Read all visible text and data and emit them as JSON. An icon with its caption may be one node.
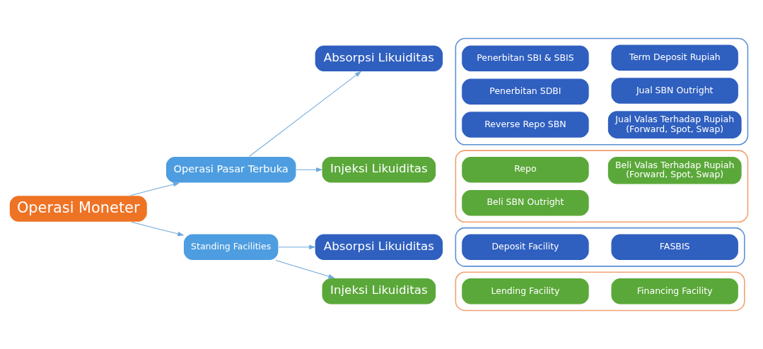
{
  "diagram": {
    "nodes": [
      {
        "text": [
          "Operasi Moneter"
        ]
      },
      {
        "text": [
          "Operasi Pasar Terbuka"
        ]
      },
      {
        "text": [
          "Absorpsi Likuiditas"
        ]
      },
      {
        "text": [],
        "shape": "box"
      },
      {
        "text": [
          "Penerbitan SBI & SBIS"
        ],
        "in": 3
      },
      {
        "text": [
          "Term Deposit Rupiah"
        ],
        "in": 3
      },
      {
        "text": [
          "Penerbitan SDBI"
        ],
        "in": 3
      },
      {
        "text": [
          "Jual SBN Outright"
        ],
        "in": 3
      },
      {
        "text": [
          "Reverse Repo SBN"
        ],
        "in": 3
      },
      {
        "text": [
          "Jual Valas Terhadap Rupiah (Forward, Spot, Swap)"
        ],
        "in": 3
      },
      {
        "text": [
          "Injeksi Likuiditas"
        ]
      },
      {
        "text": [],
        "shape": "box"
      },
      {
        "text": [
          "Repo"
        ],
        "in": 11
      },
      {
        "text": [
          "Beli Valas Terhadap Rupiah (Forward, Spot, Swap)"
        ],
        "in": 11
      },
      {
        "text": [
          "Beli SBN Outright"
        ],
        "in": 11
      },
      {
        "text": [
          "Standing Facilities"
        ]
      },
      {
        "text": [
          "Absorpsi Likuiditas"
        ]
      },
      {
        "text": [],
        "shape": "box"
      },
      {
        "text": [
          "Deposit Facility"
        ],
        "in": 17
      },
      {
        "text": [
          "FASBIS"
        ],
        "in": 17
      },
      {
        "text": [
          "Injeksi Likuiditas"
        ]
      },
      {
        "text": [],
        "shape": "box"
      },
      {
        "text": [
          "Lending Facility"
        ],
        "in": 21
      },
      {
        "text": [
          "Financing Facility"
        ],
        "in": 21
      }
    ],
    "edges": [
      {
        "from": 0,
        "to": 1,
        "arrow": "to"
      },
      {
        "from": 0,
        "to": 15,
        "arrow": "to"
      },
      {
        "from": 1,
        "to": 2,
        "arrow": "to"
      },
      {
        "from": 1,
        "to": 10,
        "arrow": "to"
      },
      {
        "from": 15,
        "to": 16,
        "arrow": "to"
      },
      {
        "from": 15,
        "to": 20,
        "arrow": "to"
      }
    ]
  }
}
